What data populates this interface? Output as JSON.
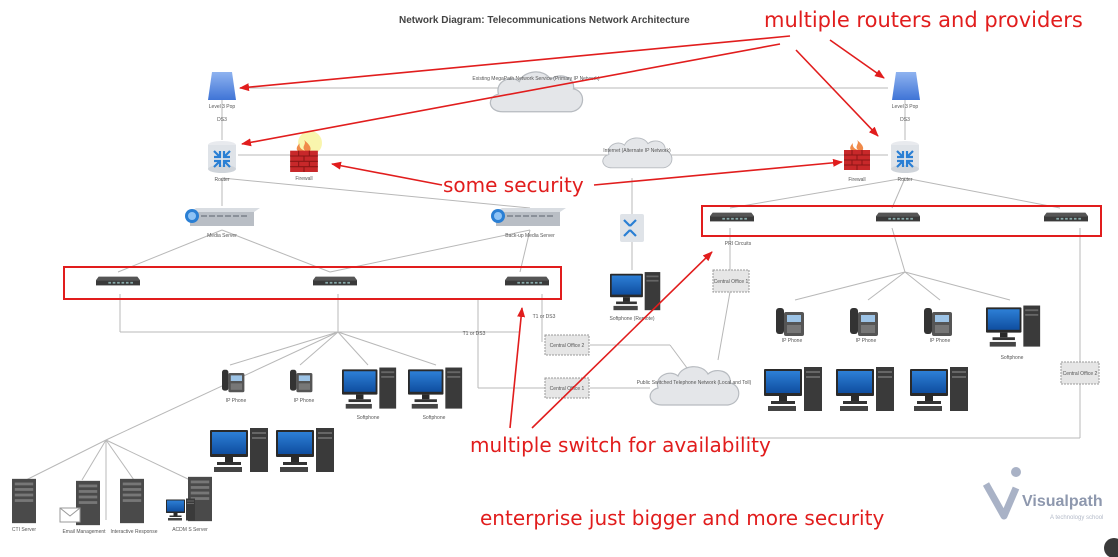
{
  "title": "Network Diagram: Telecommunications Network Architecture",
  "annotations": {
    "routers": "multiple routers and providers",
    "security": "some security",
    "switches": "multiple switch for availability",
    "enterprise": "enterprise just bigger and more security"
  },
  "labels": {
    "pop_left": "Level 3 Pop",
    "pop_right": "Level 3 Pop",
    "ds3_left": "DS3",
    "ds3_right": "DS3",
    "cloud_megapath": "Existing MegaPath Network Service (Primary IP Network)",
    "cloud_internet": "Internet (Alternate IP Network)",
    "cloud_pstn": "Public Switched Telephone Network (Local and Toll)",
    "router_left": "Router",
    "router_right": "Router",
    "firewall_left": "Firewall",
    "firewall_right": "Firewall",
    "media_server": "Media Server",
    "backup_media_server": "Back-up Media Server",
    "pri_circuits": "PRI Circuits",
    "t1_ds3_a": "T1 or DS3",
    "t1_ds3_b": "T1 or DS3",
    "central_office_1a": "Central Office 1",
    "central_office_1b": "Central Office 1",
    "central_office_2a": "Central Office 2",
    "central_office_2b": "Central Office 2",
    "softphone_remote": "Softphone (Remote)",
    "ip_phone": "IP Phone",
    "softphone": "Softphone",
    "cti_server": "CTI Server",
    "email_mgmt": "Email Management",
    "ivr": "Interactive Response",
    "acdm_server": "ACDM S Server"
  },
  "logo": {
    "name": "Visualpath",
    "tagline": "A technology school"
  },
  "colors": {
    "accent": "#e11d1d",
    "wire": "#b8b8b8",
    "router": "#2a7fd4",
    "firewall": "#c8282a",
    "pop": "#5a8ee0"
  }
}
